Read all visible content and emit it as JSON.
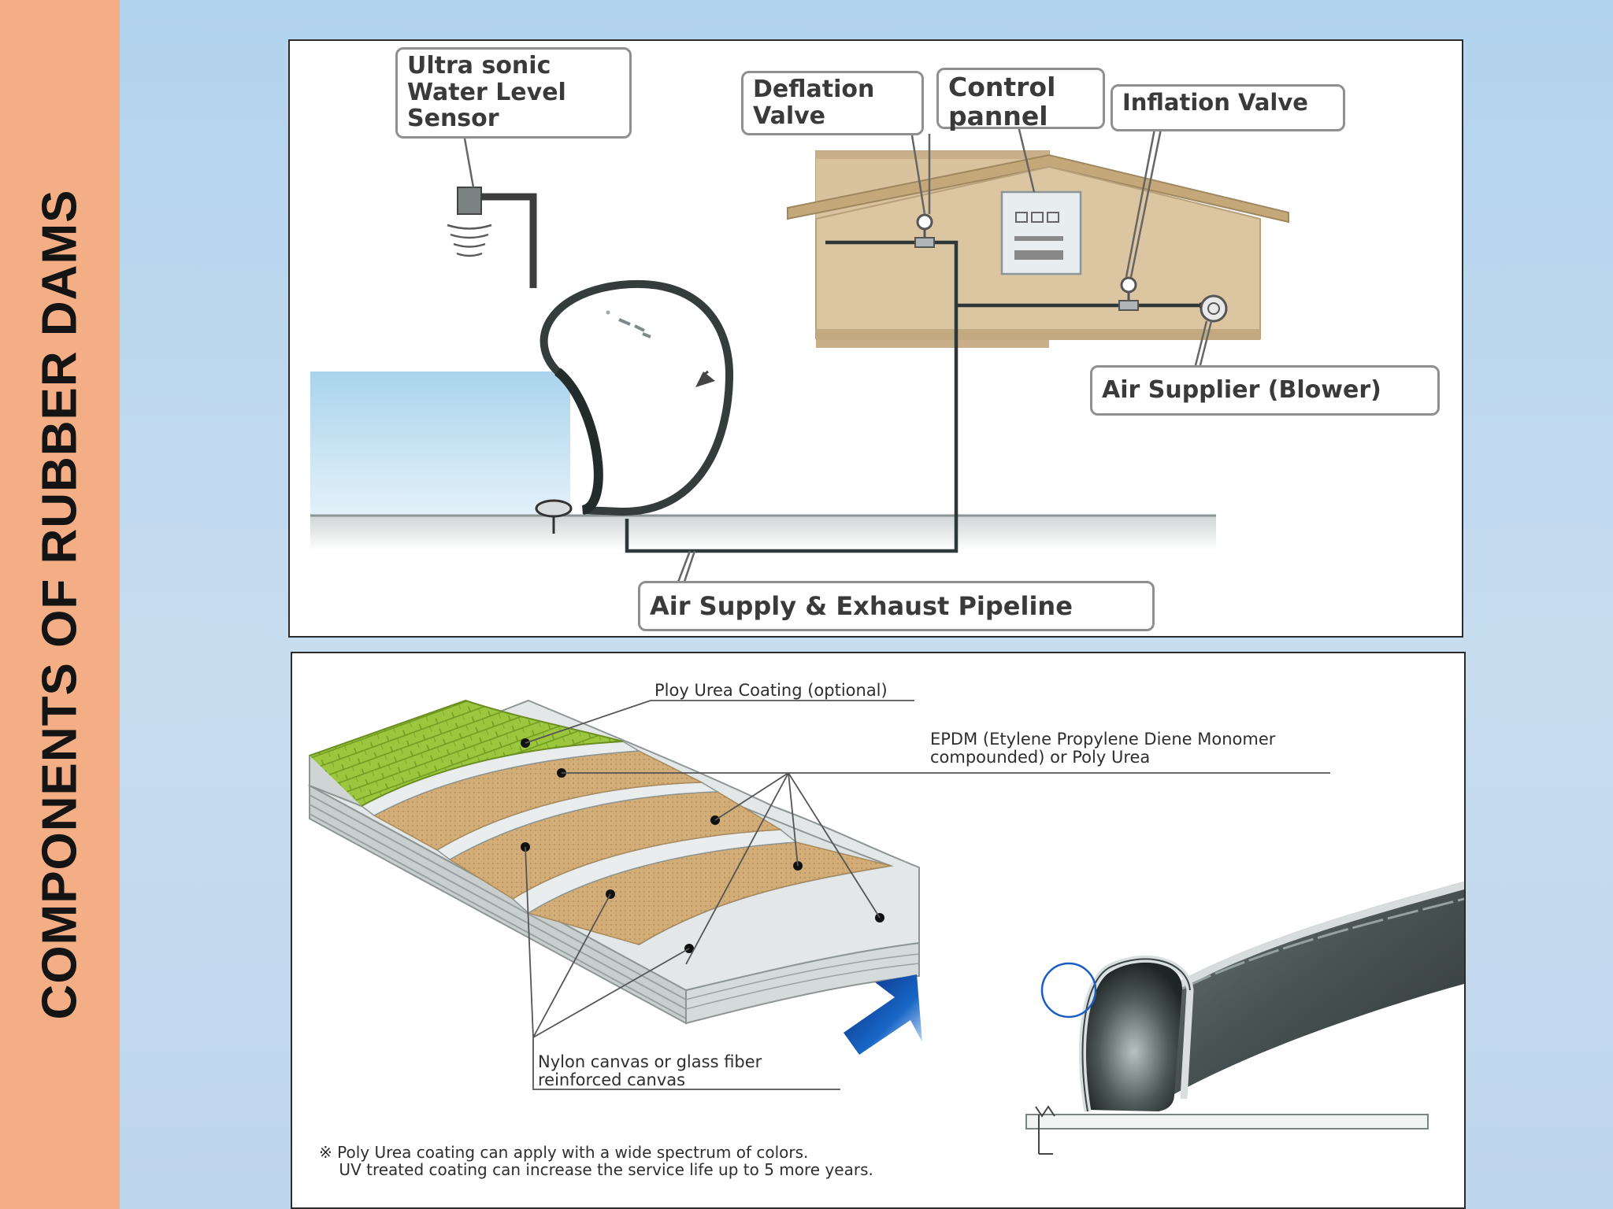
{
  "slide": {
    "title": "COMPONENTS OF RUBBER DAMS",
    "colors": {
      "sidebar": "#f3ae86",
      "background": "#b2d3ee",
      "coating": "#9cc63d",
      "canvas": "#d3ad78",
      "rubber": "#4a5353"
    }
  },
  "system_diagram": {
    "labels": {
      "sensor": "Ultra sonic\nWater Level\nSensor",
      "deflation_valve": "Deflation\nValve",
      "control_panel": "Control\npannel",
      "inflation_valve": "Inflation Valve",
      "air_supplier": "Air Supplier (Blower)",
      "pipeline": "Air Supply & Exhaust Pipeline"
    }
  },
  "layer_diagram": {
    "labels": {
      "coating": "Ploy Urea Coating (optional)",
      "epdm": "EPDM (Etylene Propylene Diene Monomer\ncompounded) or Poly Urea",
      "canvas": "Nylon canvas or glass fiber\nreinforced canvas"
    },
    "note": "※ Poly Urea coating can apply with a wide spectrum of colors.\n    UV treated coating can increase the service life up to 5 more years."
  }
}
